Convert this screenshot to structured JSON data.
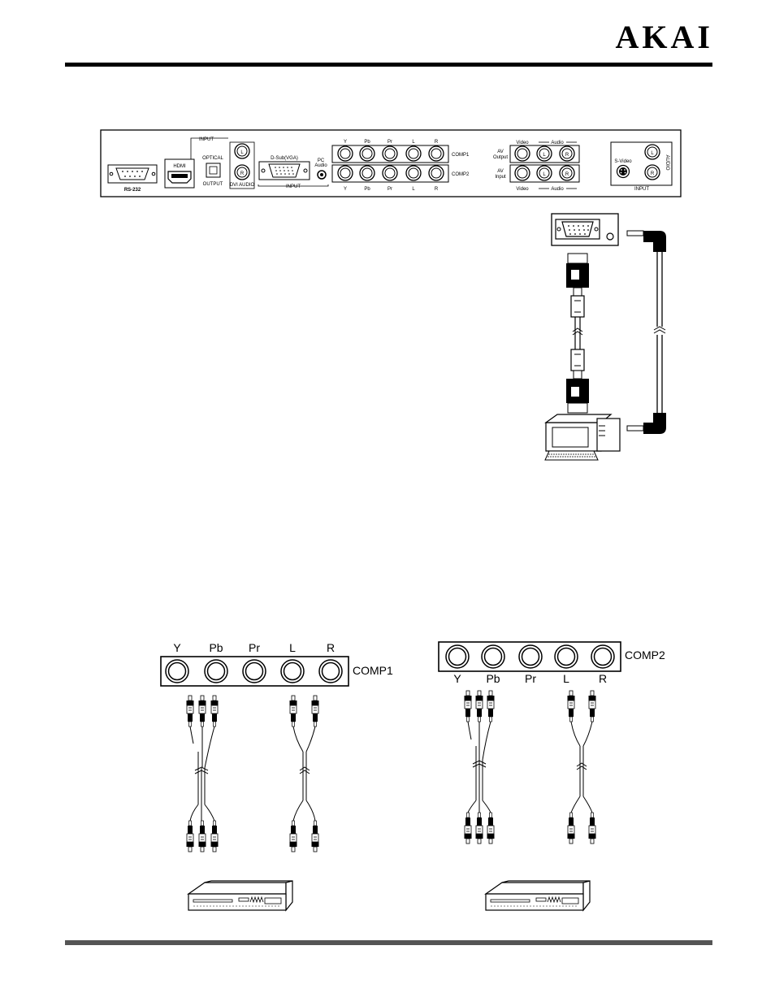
{
  "header": {
    "brand": "AKAI"
  },
  "rear_panel": {
    "rs232": "RS-232",
    "hdmi": "HDMI",
    "input_top": "INPUT",
    "optical": "OPTICAL",
    "output": "OUTPUT",
    "dvi_audio": "DVI AUDIO",
    "jack_L": "L",
    "jack_R": "R",
    "dsub": "D-Sub(VGA)",
    "input_vga": "INPUT",
    "pc": "PC",
    "audio": "Audio",
    "comp_cols": [
      "Y",
      "Pb",
      "Pr",
      "L",
      "R"
    ],
    "comp1": "COMP1",
    "comp2": "COMP2",
    "video": "Video",
    "audio_label": "Audio",
    "av_output": [
      "AV",
      "Output"
    ],
    "av_input": [
      "AV",
      "Input"
    ],
    "svideo": "S-Video",
    "audio_vert": "AUDIO",
    "input_sv": "INPUT"
  },
  "comp_diagrams": {
    "comp1": {
      "label": "COMP1",
      "cols": [
        "Y",
        "Pb",
        "Pr",
        "L",
        "R"
      ]
    },
    "comp2": {
      "label": "COMP2",
      "cols": [
        "Y",
        "Pb",
        "Pr",
        "L",
        "R"
      ]
    }
  }
}
